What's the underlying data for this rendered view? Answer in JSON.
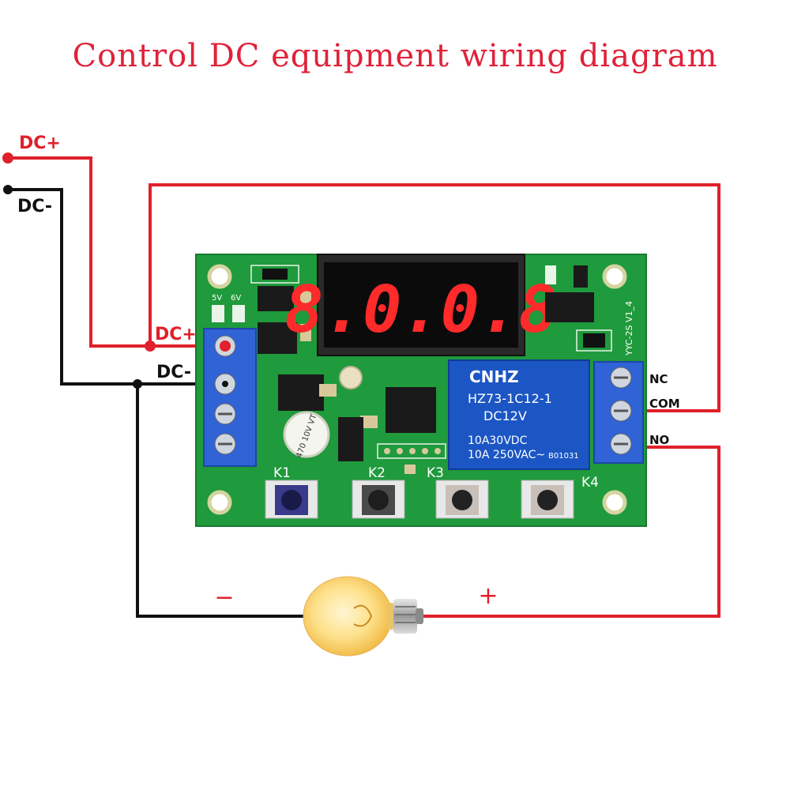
{
  "title": "Control DC equipment wiring diagram",
  "labels": {
    "dc_plus_source": "DC+",
    "dc_minus_source": "DC-",
    "dc_plus_board": "DC+",
    "dc_minus_board": "DC-",
    "nc": "NC",
    "com": "COM",
    "no": "NO",
    "lamp_minus": "−",
    "lamp_plus": "+"
  },
  "board": {
    "display_digits": "8.0.0.8",
    "relay_brand": "CNHZ",
    "relay_model": "HZ73-1C12-1",
    "relay_coil": "DC12V",
    "relay_rating_1": "10A30VDC",
    "relay_rating_2": "10A 250VAC~",
    "relay_code": "B01031",
    "cap_label": "470 10V VT",
    "board_name": "YYC-2S V1_4",
    "buttons": [
      "K1",
      "K2",
      "K3",
      "K4"
    ],
    "jumpers": [
      "5V",
      "6V"
    ]
  },
  "colors": {
    "title": "#e0223a",
    "wire_red": "#e0202a",
    "wire_black": "#111111",
    "pcb": "#1f9a3c",
    "terminal": "#2f63d6",
    "relay": "#1c56c4",
    "display_red": "#ff2a2a"
  }
}
